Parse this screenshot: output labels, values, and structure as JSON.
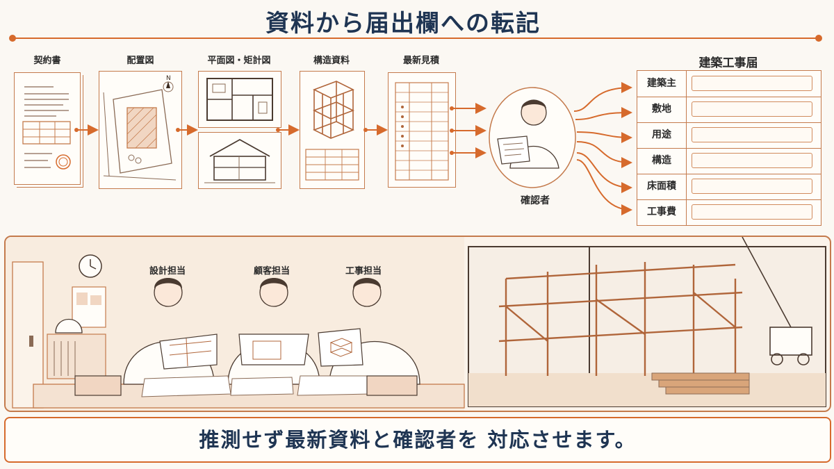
{
  "title": "資料から届出欄への転記",
  "documents": [
    {
      "label": "契約書"
    },
    {
      "label": "配置図"
    },
    {
      "label": "平面図・矩計図"
    },
    {
      "label": "構造資料"
    },
    {
      "label": "最新見積"
    }
  ],
  "checker": {
    "label": "確認者"
  },
  "form": {
    "title": "建築工事届",
    "fields": [
      {
        "label": "建築主",
        "value": ""
      },
      {
        "label": "敷地",
        "value": ""
      },
      {
        "label": "用途",
        "value": ""
      },
      {
        "label": "構造",
        "value": ""
      },
      {
        "label": "床面積",
        "value": ""
      },
      {
        "label": "工事費",
        "value": ""
      }
    ]
  },
  "roles": [
    {
      "label": "設計担当"
    },
    {
      "label": "顧客担当"
    },
    {
      "label": "工事担当"
    }
  ],
  "compass": "N",
  "footer": {
    "text": "推測せず最新資料と確認者を 対応させます。"
  },
  "colors": {
    "accent": "#d66a2c",
    "title": "#1f3553",
    "line": "#c47a4c"
  }
}
